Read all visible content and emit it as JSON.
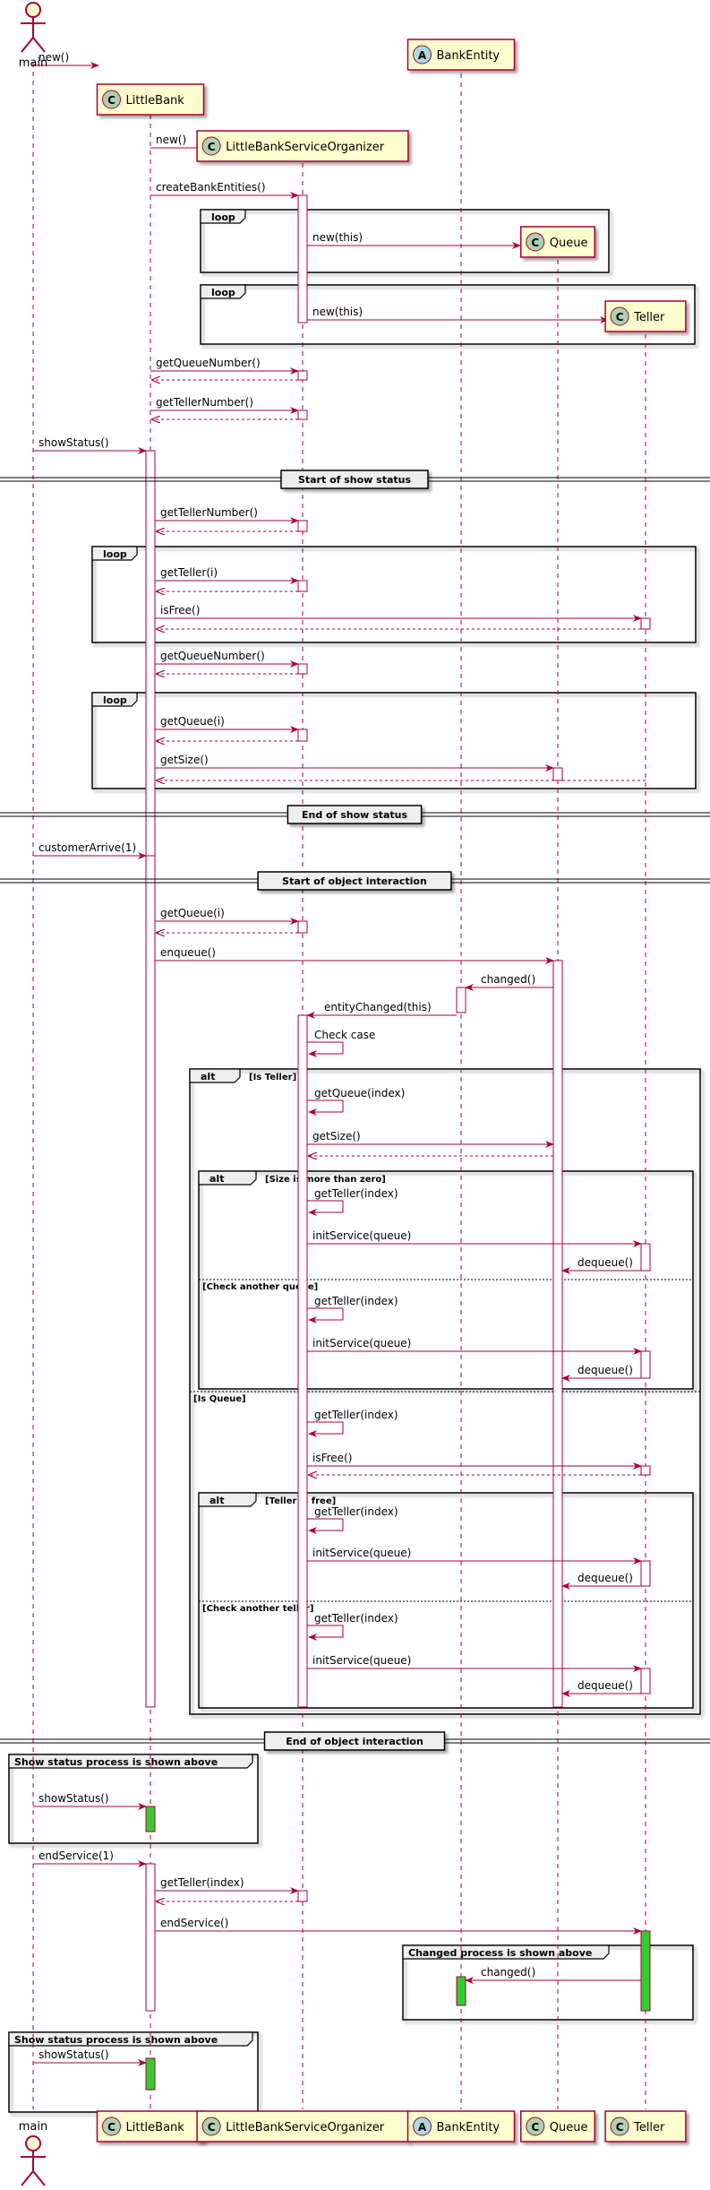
{
  "participants": [
    {
      "id": "main",
      "label": "main",
      "kind": "actor"
    },
    {
      "id": "bank",
      "label": "LittleBank",
      "kind": "class",
      "badge": "C"
    },
    {
      "id": "lbso",
      "label": "LittleBankServiceOrganizer",
      "kind": "class",
      "badge": "C"
    },
    {
      "id": "entity",
      "label": "BankEntity",
      "kind": "abstract",
      "badge": "A"
    },
    {
      "id": "queue",
      "label": "Queue",
      "kind": "class",
      "badge": "C"
    },
    {
      "id": "teller",
      "label": "Teller",
      "kind": "class",
      "badge": "C"
    }
  ],
  "messages": [
    {
      "label": "new()"
    },
    {
      "label": "new()"
    },
    {
      "label": "createBankEntities()"
    },
    {
      "label": "new(this)"
    },
    {
      "label": "new(this)"
    },
    {
      "label": "getQueueNumber()"
    },
    {
      "label": "getTellerNumber()"
    },
    {
      "label": "showStatus()"
    },
    {
      "label": "getTellerNumber()"
    },
    {
      "label": "getTeller(i)"
    },
    {
      "label": "isFree()"
    },
    {
      "label": "getQueueNumber()"
    },
    {
      "label": "getQueue(i)"
    },
    {
      "label": "getSize()"
    },
    {
      "label": "customerArrive(1)"
    },
    {
      "label": "getQueue(i)"
    },
    {
      "label": "enqueue()"
    },
    {
      "label": "changed()"
    },
    {
      "label": "entityChanged(this)"
    },
    {
      "label": "Check case"
    },
    {
      "label": "getQueue(index)"
    },
    {
      "label": "getSize()"
    },
    {
      "label": "getTeller(index)"
    },
    {
      "label": "initService(queue)"
    },
    {
      "label": "dequeue()"
    },
    {
      "label": "getTeller(index)"
    },
    {
      "label": "initService(queue)"
    },
    {
      "label": "dequeue()"
    },
    {
      "label": "getTeller(index)"
    },
    {
      "label": "isFree()"
    },
    {
      "label": "getTeller(index)"
    },
    {
      "label": "initService(queue)"
    },
    {
      "label": "dequeue()"
    },
    {
      "label": "getTeller(index)"
    },
    {
      "label": "initService(queue)"
    },
    {
      "label": "dequeue()"
    },
    {
      "label": "showStatus()"
    },
    {
      "label": "endService(1)"
    },
    {
      "label": "getTeller(index)"
    },
    {
      "label": "endService()"
    },
    {
      "label": "changed()"
    },
    {
      "label": "showStatus()"
    }
  ],
  "dividers": [
    {
      "label": "Start of show status"
    },
    {
      "label": "End of show status"
    },
    {
      "label": "Start of object interaction"
    },
    {
      "label": "End of object interaction"
    }
  ],
  "fragments": [
    {
      "keyword": "loop",
      "guard": ""
    },
    {
      "keyword": "loop",
      "guard": ""
    },
    {
      "keyword": "loop",
      "guard": ""
    },
    {
      "keyword": "loop",
      "guard": ""
    },
    {
      "keyword": "alt",
      "guard": "[Is Teller]"
    },
    {
      "keyword": "alt",
      "guard": "[Size is more than zero]"
    },
    {
      "keyword": "alt",
      "guard": "[Teller is free]"
    }
  ],
  "else_guards": [
    {
      "label": "[Check another queue]"
    },
    {
      "label": "[Is Queue]"
    },
    {
      "label": "[Check another teller]"
    }
  ],
  "groups": [
    {
      "label": "Show status process is shown above"
    },
    {
      "label": "Changed process is shown above"
    },
    {
      "label": "Show status process is shown above"
    }
  ],
  "colors": {
    "arrow": "#a80036",
    "lifeline": "#a80036",
    "participant_fill": "#fefece",
    "class_badge": "#add1b2",
    "abstract_badge": "#a9dcdf",
    "activation_highlight": "#33cc33",
    "fragment_header": "#eeeeee"
  }
}
